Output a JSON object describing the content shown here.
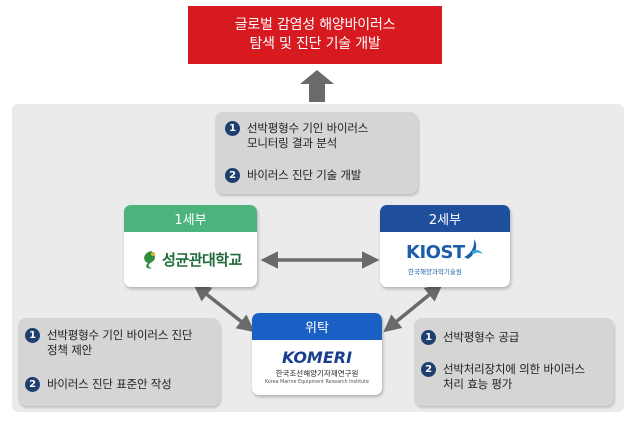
{
  "title": {
    "line1": "글로벌 감염성 해양바이러스",
    "line2": "탐색 및 진단 기술 개발"
  },
  "top_note": {
    "items": [
      {
        "num": "1",
        "text": "선박평형수 기인 바이러스\n모니터링 결과 분석"
      },
      {
        "num": "2",
        "text": "바이러스 진단 기술 개발"
      }
    ]
  },
  "left_note": {
    "items": [
      {
        "num": "1",
        "text": "선박평형수 기인 바이러스 진단\n정책 제안"
      },
      {
        "num": "2",
        "text": "바이러스 진단 표준안 작성"
      }
    ]
  },
  "right_note": {
    "items": [
      {
        "num": "1",
        "text": "선박평형수 공급"
      },
      {
        "num": "2",
        "text": "선박처리장치에 의한 바이러스\n처리 효능 평가"
      }
    ]
  },
  "cards": {
    "sub1": {
      "label": "1세부",
      "org_name": "성균관대학교",
      "color": "#4bb37b"
    },
    "sub2": {
      "label": "2세부",
      "logo_text": "KIOST",
      "logo_sub": "한국해양과학기술원",
      "color": "#1f4e9c"
    },
    "consign": {
      "label": "위탁",
      "logo_text": "KOMERI",
      "logo_sub_ko": "한국조선해양기자재연구원",
      "logo_sub_en": "Korea Marine Equipment Research Institute",
      "color": "#1a5fc4"
    }
  },
  "colors": {
    "title_bg": "#d71920",
    "panel_bg": "#ebebeb",
    "note_bg": "#d5d5d5",
    "number_badge": "#1f3f6e",
    "arrow": "#6a6a6a"
  }
}
